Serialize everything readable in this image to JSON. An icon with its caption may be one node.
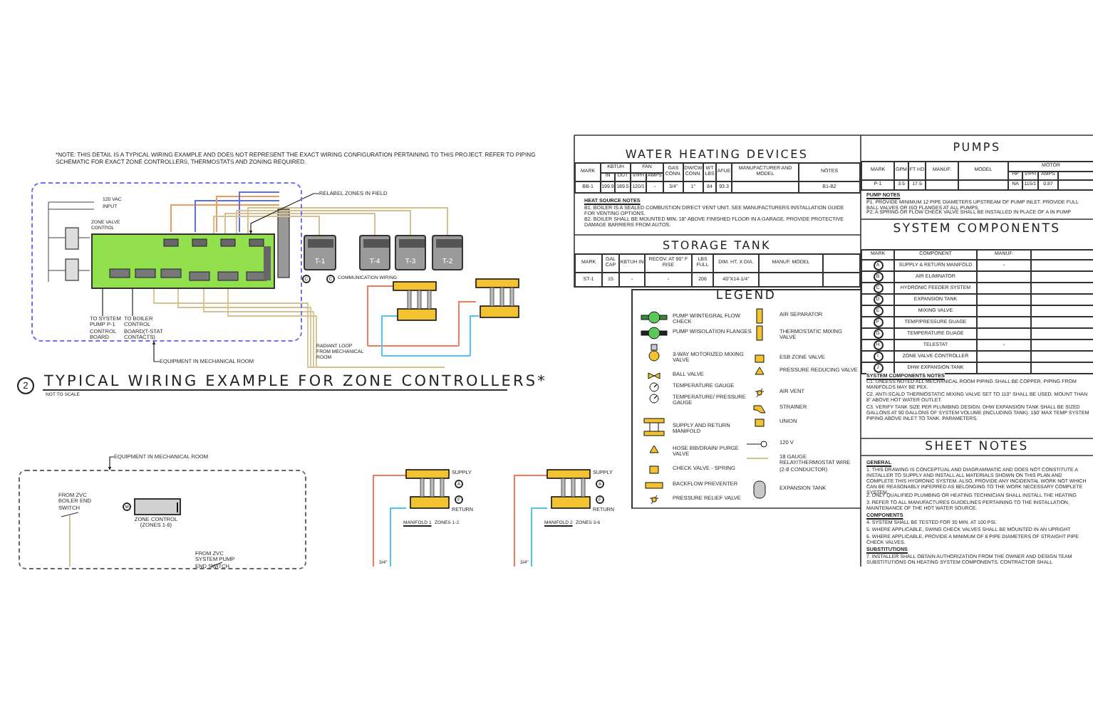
{
  "diagram": {
    "nodes": [
      {
        "text": [],
        "shape": "box"
      },
      {
        "text": [],
        "shape": "box",
        "in": 0
      },
      {
        "text": [
          "T-1"
        ]
      },
      {
        "text": [
          "T-4"
        ]
      },
      {
        "text": [
          "T-3"
        ]
      },
      {
        "text": [
          "T-2"
        ]
      },
      {
        "text": [
          "EQUIPMENT IN MECHANICAL ROOM"
        ]
      },
      {
        "text": [
          "RELABEL ZONES IN FIELD"
        ]
      },
      {
        "text": [
          "TO SYSTEM PUMP P-1 CONTROL BOARD"
        ],
        "in": 0
      },
      {
        "text": [
          "TO BOILER CONTROL BOARD(T-STAT CONTACTS)"
        ],
        "in": 0
      },
      {
        "text": [],
        "shape": "box"
      },
      {
        "text": [
          "EQUIPMENT IN MECHANICAL ROOM"
        ]
      },
      {
        "text": [],
        "shape": "box",
        "in": 10,
        "beside": [
          "ZONE CONTROL (ZONES 1-6)"
        ]
      },
      {
        "text": [
          "FROM ZVC BOILER END SWITCH"
        ],
        "in": 10
      },
      {
        "text": [
          "FROM ZVC SYSTEM PUMP END SWITCH"
        ],
        "in": 10
      }
    ],
    "edges": [
      {
        "from": 1,
        "to": 2,
        "arrow": "none",
        "color": "#d8c08e"
      },
      {
        "from": 1,
        "to": 3,
        "arrow": "none",
        "color": "#d8c08e"
      },
      {
        "from": 1,
        "to": 4,
        "arrow": "none",
        "color": "#d8c08e"
      },
      {
        "from": 1,
        "to": 5,
        "arrow": "none",
        "color": "#d8c08e"
      },
      {
        "from": 6,
        "to": 0,
        "arrow": "to"
      },
      {
        "from": 7,
        "to": 1,
        "arrow": "to"
      },
      {
        "from": 8,
        "to": 1,
        "arrow": "none"
      },
      {
        "from": 9,
        "to": 1,
        "arrow": "none"
      },
      {
        "from": 11,
        "to": 10,
        "arrow": "to"
      }
    ],
    "labels": [
      "*NOTE: THIS DETAIL IS A TYPICAL WIRING EXAMPLE AND DOES NOT REPRESENT THE EXACT WIRING CONFIGURATION PERTAINING TO THIS PROJECT. REFER TO PIPING SCHEMATIC FOR EXACT ZONE CONTROLLERS, THERMOSTATS AND ZONING REQUIRED.",
      "120 VAC",
      "INPUT",
      "ZONE VALVE CONTROL",
      "C",
      "C",
      "COMMUNICATION WIRING",
      "RADIANT LOOP FROM MECHANICAL ROOM",
      "2",
      "TYPICAL WIRING EXAMPLE FOR ZONE CONTROLLERS*",
      "NOT TO SCALE",
      "M",
      "SUPPLY",
      "A",
      "F",
      "RETURN",
      "MANIFOLD 1",
      "ZONES 1-2",
      "3/4\"",
      "SUPPLY",
      "A",
      "F",
      "RETURN",
      "MANIFOLD 2",
      "ZONES 3-6",
      "3/4\"",
      "WATER HEATING DEVICES",
      "MARK",
      "KBTUH",
      "FAN",
      "GAS CONN.",
      "DW/CW CONN.",
      "WT LBS",
      "AFUE",
      "MANUFACTURER AND MODEL",
      "NOTES",
      "IN",
      "OUT",
      "V/PH",
      "AMPS",
      "BB-1",
      "199.9",
      "189.5",
      "120/1",
      "-",
      "3/4\"",
      "1\"",
      "84",
      "93.3",
      "B1-B2",
      "HEAT SOURCE NOTES",
      "B1. BOILER IS A SEALED COMBUSTION DIRECT VENT UNIT. SEE MANUFACTURERS INSTALLATION GUIDE FOR VENTING OPTIONS.",
      "B2. BOILER SHALL BE MOUNTED MIN. 18\" ABOVE FINISHED FLOOR IN A GARAGE. PROVIDE PROTECTIVE DAMAGE BARRIERS FROM AUTOS.",
      "STORAGE TANK",
      "MARK",
      "GAL CAP",
      "KBTUH IN",
      "RECOV. AT 90° F RISE",
      "LBS FULL",
      "DIM. HT. X DIA.",
      "MANUF. MODEL",
      "ST-1",
      "15",
      "-",
      "-",
      "206",
      "40\"X14-1/4\"",
      "LEGEND",
      "PUMPS",
      "MARK",
      "GPM",
      "FT HD",
      "MANUF.",
      "MODEL",
      "MOTOR",
      "HP",
      "V/PH",
      "AMPS",
      "P-1",
      "3.5",
      "17.5",
      "NA",
      "115/1",
      "0.87",
      "PUMP NOTES",
      "P1. PROVIDE MINIMUM 12 PIPE DIAMETERS UPSTREAM OF PUMP INLET. PROVIDE FULL BALL VALVES OR ISO FLANGES AT ALL PUMPS.",
      "P2. A SPRING OR FLOW CHECK VALVE SHALL BE INSTALLED IN PLACE OF A IN PUMP",
      "SYSTEM COMPONENTS",
      "MARK",
      "COMPONENT",
      "MANUF.",
      "A",
      "SUPPLY & RETURN MANIFOLD",
      "-",
      "B",
      "AIR ELIMINATOR",
      "C",
      "HYDRONIC FEEDER SYSTEM",
      "D",
      "EXPANSION TANK",
      "E",
      "MIXING VALVE",
      "F",
      "TEMP/PRESSURE GUAGE",
      "G",
      "TEMPERATURE GUAGE",
      "H",
      "TELESTAT",
      "-",
      "I",
      "ZONE VALVE CONTROLLER",
      "J",
      "DHW EXPANSION TANK",
      "SYSTEM COMPONENTS NOTES",
      "C1. UNLESS NOTED ALL MECHANICAL ROOM PIPING SHALL BE COPPER. PIPING FROM MANIFOLDS MAY BE PEX.",
      "C2. ANTI-SCALD THERMOSTATIC MIXING VALVE SET TO 110° SHALL BE USED. MOUNT THAN 8\" ABOVE HOT WATER OUTLET.",
      "C3. VERIFY TANK SIZE PER PLUMBING DESIGN. DHW EXPANSION TANK SHALL BE SIZED GALLONS AT 90 GALLONS OF SYSTEM VOLUME (INCLUDING TANK). 150' MAX TEMP SYSTEM PIPING ABOVE INLET TO TANK. PARAMETERS.",
      "SHEET NOTES",
      "GENERAL",
      "1. THIS DRAWING IS CONCEPTUAL AND DIAGRAMMATIC AND DOES NOT CONSTITUTE A INSTALLER TO SUPPLY AND INSTALL ALL MATERIALS SHOWN ON THIS PLAN AND COMPLETE THIS HYDRONIC SYSTEM. ALSO, PROVIDE ANY INCIDENTAL WORK NOT WHICH CAN BE REASONABLY INFERRED AS BELONGING TO THE WORK NECESSARY COMPLETE SYSTEM.",
      "2. ONLY QUALIFIED PLUMBING OR HEATING TECHNICIAN SHALL INSTALL THE HEATING",
      "3. REFER TO ALL MANUFACTURES GUIDELINES PERTAINING TO THE INSTALLATION, MAINTENANCE OF THE HOT WATER SOURCE.",
      "COMPONENTS",
      "4. SYSTEM SHALL BE TESTED FOR 30 MIN. AT 100 PSI.",
      "5. WHERE APPLICABLE, SWING CHECK VALVES SHALL BE MOUNTED IN AN UPRIGHT",
      "6. WHERE APPLICABLE, PROVIDE A MINIMUM OF 8 PIPE DIAMETERS OF STRAIGHT PIPE CHECK VALVES.",
      "SUBSTITUTIONS",
      "7. INSTALLER SHALL OBTAIN AUTHORIZATION FROM THE OWNER AND DESIGN TEAM SUBSTITUTIONS ON HEATING SYSTEM COMPONENTS. CONTRACTOR SHALL"
    ],
    "legend": [
      {
        "text": "PUMP W/INTEGRAL FLOW CHECK"
      },
      {
        "text": "PUMP W/ISOLATION FLANGES"
      },
      {
        "text": "3-WAY MOTORIZED MIXING VALVE"
      },
      {
        "text": "BALL VALVE"
      },
      {
        "text": "TEMPERATURE GAUGE"
      },
      {
        "text": "TEMPERATURE/ PRESSURE GAUGE"
      },
      {
        "text": "SUPPLY AND RETURN MANIFOLD"
      },
      {
        "text": "HOSE BIB/DRAIN/ PURGE VALVE"
      },
      {
        "text": "CHECK VALVE - SPRING"
      },
      {
        "text": "BACKFLOW PREVENTER"
      },
      {
        "text": "PRESSURE RELIEF VALVE"
      },
      {
        "text": "AIR SEPARATOR"
      },
      {
        "text": "THERMOSTATIC MIXING VALVE"
      },
      {
        "text": "ESB ZONE VALVE"
      },
      {
        "text": "PRESSURE REDUCING VALVE"
      },
      {
        "text": "AIR VENT"
      },
      {
        "text": "STRAINER"
      },
      {
        "text": "UNION"
      },
      {
        "text": "120 V"
      },
      {
        "text": "18 GAUGE RELAY/THERMOSTAT WIRE (2-8 CONDUCTOR)"
      },
      {
        "text": "EXPANSION TANK"
      }
    ]
  }
}
